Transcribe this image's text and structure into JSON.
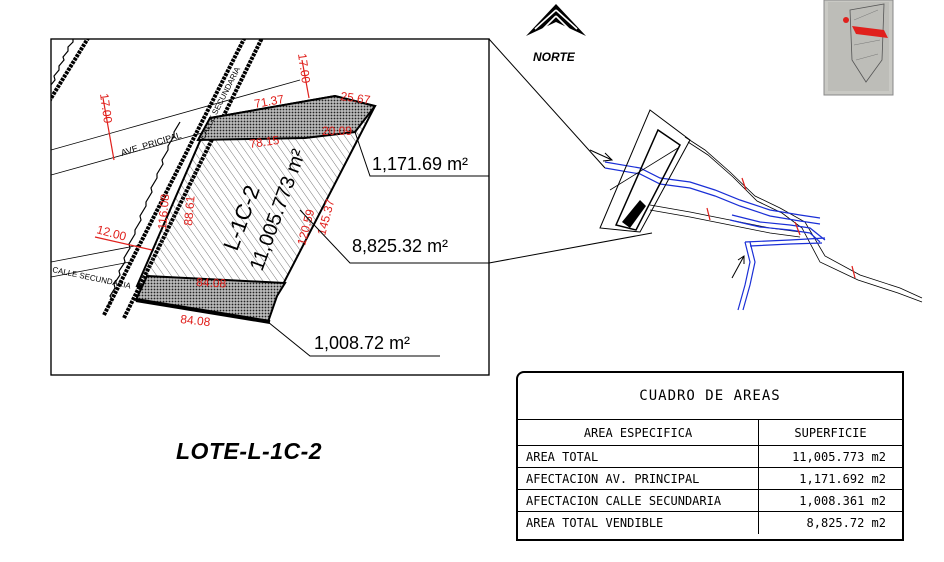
{
  "north": {
    "label": "NORTE"
  },
  "lot_title": "LOTE-L-1C-2",
  "detail": {
    "lot_name": "L-1C-2",
    "lot_area": "11,005.773 m²",
    "road_labels": {
      "main": "AVE. PRICIPAL",
      "secondary_top": "CALLE SECUNDARIA",
      "secondary_bottom": "CALLE SECUNDARIA"
    },
    "dimensions": {
      "d_17_left": "17.00",
      "d_17_top": "17.00",
      "d_71_37": "71.37",
      "d_25_67": "25.67",
      "d_78_15": "78.15",
      "d_20_09": "20.09",
      "d_116_08": "116.08",
      "d_88_61": "88.61",
      "d_120_59": "120.59",
      "d_145_37": "145.37",
      "d_12_00": "12.00",
      "d_84_08_in": "84.08",
      "d_84_08_out": "84.08"
    },
    "callouts": {
      "top_area": "1,171.69 m²",
      "mid_area": "8,825.32 m²",
      "bottom_area": "1,008.72 m²"
    }
  },
  "areas_table": {
    "title": "CUADRO DE AREAS",
    "header": {
      "col1": "AREA ESPECIFICA",
      "col2": "SUPERFICIE"
    },
    "rows": [
      {
        "label": "AREA TOTAL",
        "value": "11,005.773 m2"
      },
      {
        "label": "AFECTACION AV. PRINCIPAL",
        "value": "1,171.692 m2"
      },
      {
        "label": "AFECTACION CALLE SECUNDARIA",
        "value": "1,008.361 m2"
      },
      {
        "label": "AREA TOTAL VENDIBLE",
        "value": "8,825.72 m2"
      }
    ]
  },
  "colors": {
    "dimension": "#e0201c",
    "river": "#1a2fd6",
    "road": "#000000"
  }
}
